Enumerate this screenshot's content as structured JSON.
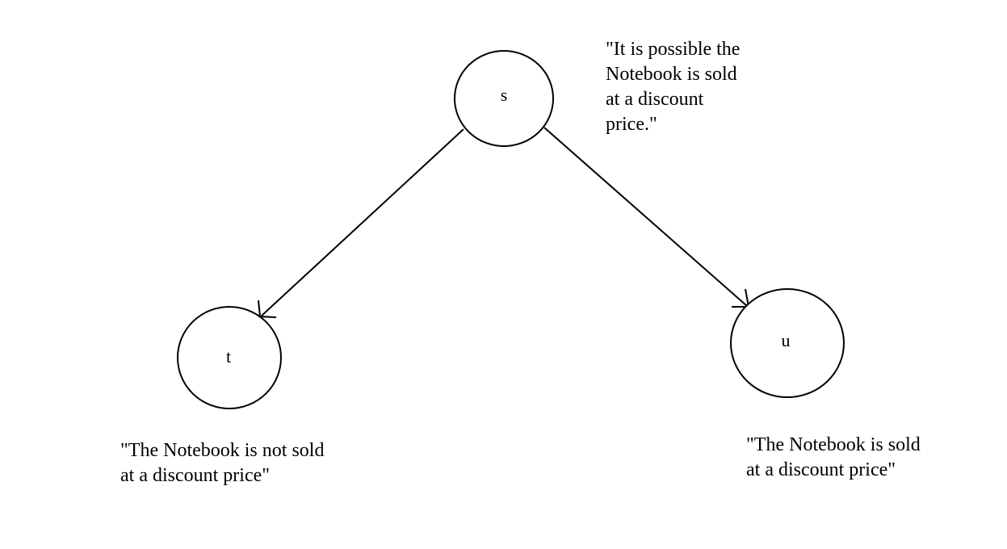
{
  "nodes": {
    "s": {
      "label": "s",
      "caption_lines": [
        "\"It is possible the",
        "Notebook is sold",
        "at a discount",
        "price.\""
      ]
    },
    "t": {
      "label": "t",
      "caption_lines": [
        "\"The Notebook is not sold",
        "at a discount price\""
      ]
    },
    "u": {
      "label": "u",
      "caption_lines": [
        "\"The Notebook is sold",
        "at a discount price\""
      ]
    }
  },
  "edges": [
    {
      "from": "s",
      "to": "t"
    },
    {
      "from": "s",
      "to": "u"
    }
  ]
}
